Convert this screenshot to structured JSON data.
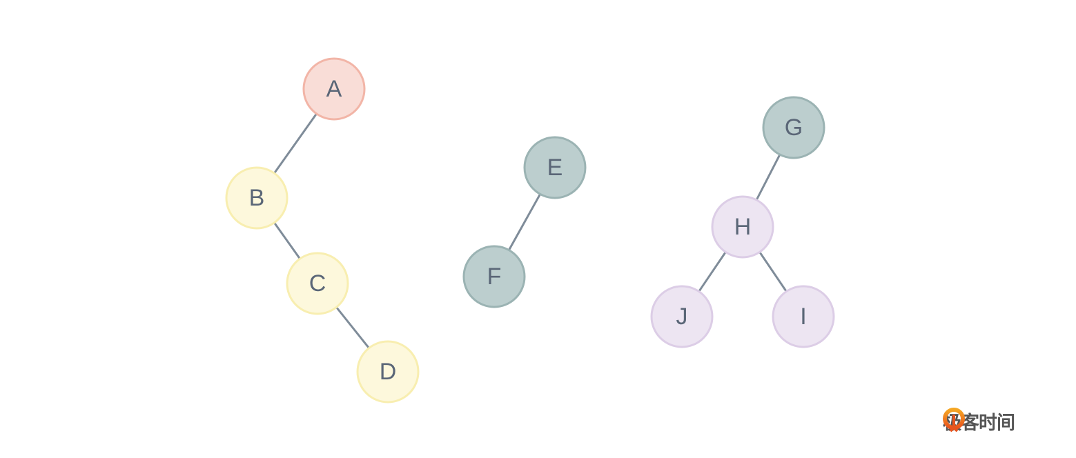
{
  "palette": {
    "pink": {
      "fill": "#f9ddd7",
      "stroke": "#f2b5a7"
    },
    "yellow": {
      "fill": "#fdf8dc",
      "stroke": "#f8eeb0"
    },
    "teal": {
      "fill": "#bccece",
      "stroke": "#9bb3b3"
    },
    "lavender": {
      "fill": "#ede5f2",
      "stroke": "#dccde6"
    },
    "edge": "#7f8c99",
    "text": "#5a6677"
  },
  "nodes": [
    {
      "id": "A",
      "label": "A",
      "color": "pink"
    },
    {
      "id": "B",
      "label": "B",
      "color": "yellow"
    },
    {
      "id": "C",
      "label": "C",
      "color": "yellow"
    },
    {
      "id": "D",
      "label": "D",
      "color": "yellow"
    },
    {
      "id": "E",
      "label": "E",
      "color": "teal"
    },
    {
      "id": "F",
      "label": "F",
      "color": "teal"
    },
    {
      "id": "G",
      "label": "G",
      "color": "teal"
    },
    {
      "id": "H",
      "label": "H",
      "color": "lavender"
    },
    {
      "id": "J",
      "label": "J",
      "color": "lavender"
    },
    {
      "id": "I",
      "label": "I",
      "color": "lavender"
    }
  ],
  "edges": [
    [
      "A",
      "B"
    ],
    [
      "B",
      "C"
    ],
    [
      "C",
      "D"
    ],
    [
      "E",
      "F"
    ],
    [
      "G",
      "H"
    ],
    [
      "H",
      "J"
    ],
    [
      "H",
      "I"
    ]
  ],
  "logo": {
    "text": "极客时间"
  }
}
